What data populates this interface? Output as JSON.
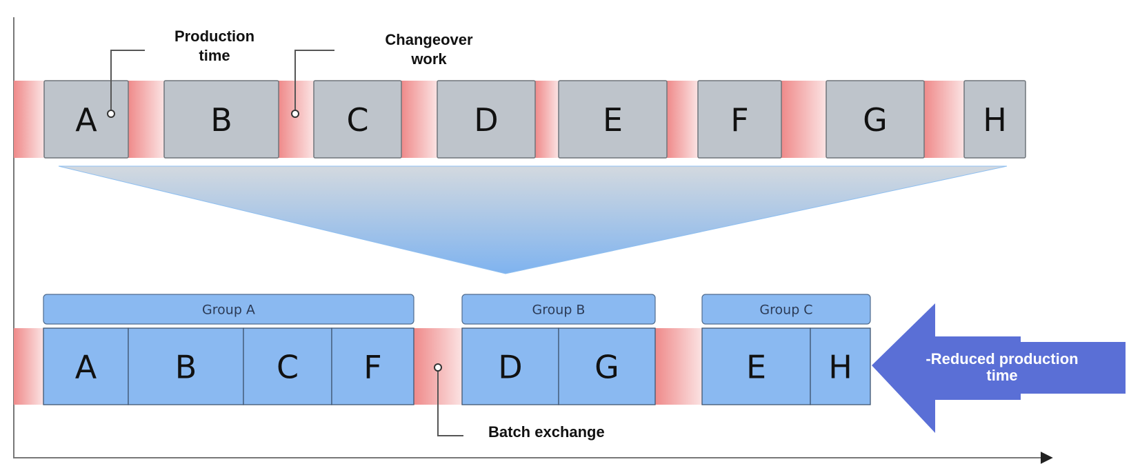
{
  "title": "Changeover reduction by batch grouping",
  "callouts": {
    "production_time": [
      "Production",
      "time"
    ],
    "changeover_work": [
      "Changeover",
      "work"
    ],
    "batch_exchange": "Batch exchange",
    "reduced_production_time": [
      "-Reduced production",
      "time"
    ]
  },
  "before": {
    "items": [
      "A",
      "B",
      "C",
      "D",
      "E",
      "F",
      "G",
      "H"
    ]
  },
  "after": {
    "groups": [
      {
        "label": "Group A",
        "items": [
          "A",
          "B",
          "C",
          "F"
        ]
      },
      {
        "label": "Group B",
        "items": [
          "D",
          "G"
        ]
      },
      {
        "label": "Group C",
        "items": [
          "E",
          "H"
        ]
      }
    ]
  },
  "colors": {
    "production_box": "#bec4cb",
    "group_box": "#8ab9f1",
    "changeover": "#ef8a8a",
    "arrow": "#5a6fd6",
    "funnel_top": "#d3d9df",
    "funnel_bottom": "#7fb3ef"
  }
}
